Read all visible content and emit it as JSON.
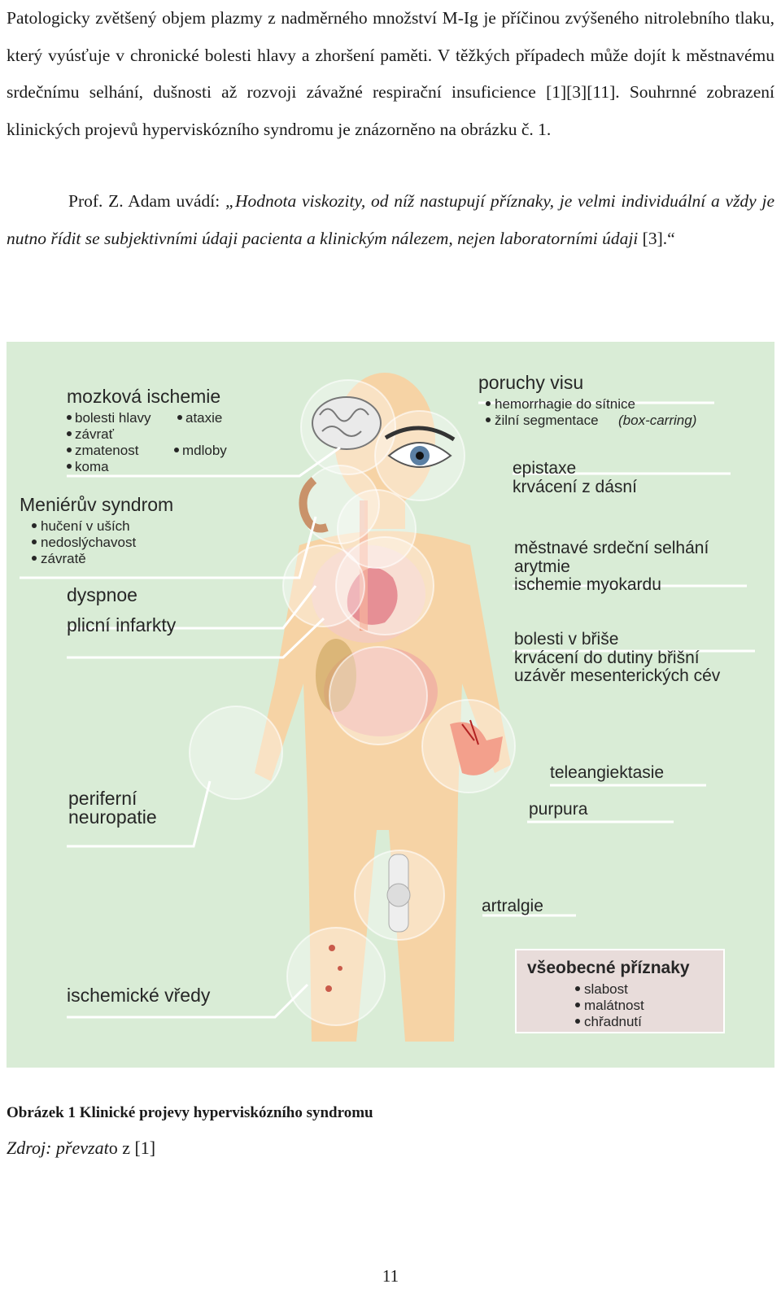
{
  "paragraph1": "Patologicky zvětšený objem plazmy z nadměrného množství M-Ig je příčinou zvýšeného nitrolebního tlaku, který vyúsťuje v chronické bolesti hlavy a zhoršení paměti. V těžkých případech může dojít k městnavému srdečnímu selhání, dušnosti až rozvoji závažné respirační insuficience [1][3][11]. Souhrnné zobrazení klinických projevů hyperviskózního syndromu je znázorněno na obrázku č. 1.",
  "paragraph2": {
    "lead": "Prof. Z. Adam uvádí: ",
    "quote": "„Hodnota viskozity, od níž nastupují příznaky, je velmi individuální a vždy je nutno řídit se subjektivními údaji pacienta a klinickým nálezem, nejen laboratorními údaji",
    "ref": " [3].“"
  },
  "figure": {
    "left_labels": {
      "mozkova": {
        "title": "mozková ischemie",
        "items": [
          "bolesti hlavy",
          "ataxie",
          "závrať",
          "zmatenost",
          "mdloby",
          "koma"
        ]
      },
      "menier": {
        "title": "Meniérův syndrom",
        "items": [
          "hučení v uších",
          "nedoslýchavost",
          "závratě"
        ]
      },
      "dyspnoe": "dyspnoe",
      "plicni": "plicní infarkty",
      "neuro1": "periferní",
      "neuro2": "neuropatie",
      "vredy": "ischemické vředy"
    },
    "right_labels": {
      "visus": {
        "title": "poruchy visu",
        "items": [
          "hemorrhagie do sítnice",
          "žilní segmentace",
          "(box-carring)"
        ]
      },
      "epistaxe": "epistaxe",
      "dasne": "krvácení z dásní",
      "srdce1": "městnavé srdeční selhání",
      "srdce2": "arytmie",
      "srdce3": "ischemie myokardu",
      "bricho1": "bolesti v břiše",
      "bricho2": "krvácení do dutiny břišní",
      "bricho3": "uzávěr mesenterických cév",
      "tele": "teleangiektasie",
      "purpura": "purpura",
      "artralgie": "artralgie"
    },
    "general_box": {
      "title": "všeobecné příznaky",
      "items": [
        "slabost",
        "malátnost",
        "chřadnutí"
      ]
    },
    "colors": {
      "background": "#d9ecd6",
      "body": "#f6d3a5",
      "circle": "#ffffff"
    }
  },
  "caption": "Obrázek 1 Klinické projevy hyperviskózního syndromu",
  "source": {
    "label": "Zdroj: převzat",
    "rest": "o z [1]"
  },
  "page_number": "11"
}
